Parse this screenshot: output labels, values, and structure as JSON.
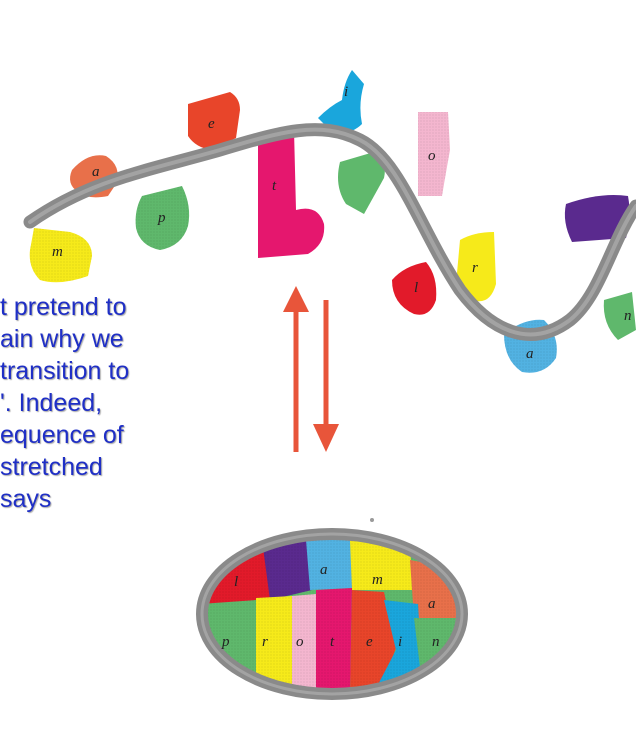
{
  "body_text_lines": [
    "t pretend to",
    "ain why we",
    "transition to",
    "'. Indeed,",
    "equence of",
    "stretched",
    "says"
  ],
  "unfolded_chain_letters": [
    "m",
    "a",
    "p",
    "e",
    "t",
    "i",
    "o",
    "l",
    "r",
    "a",
    "n"
  ],
  "folded_protein_letters": [
    "l",
    "a",
    "m",
    "a",
    "p",
    "r",
    "o",
    "t",
    "e",
    "i",
    "n"
  ],
  "colors": {
    "text": "#1f2fc6",
    "arrow": "#e8553a",
    "backbone": "#8a8a8a"
  }
}
